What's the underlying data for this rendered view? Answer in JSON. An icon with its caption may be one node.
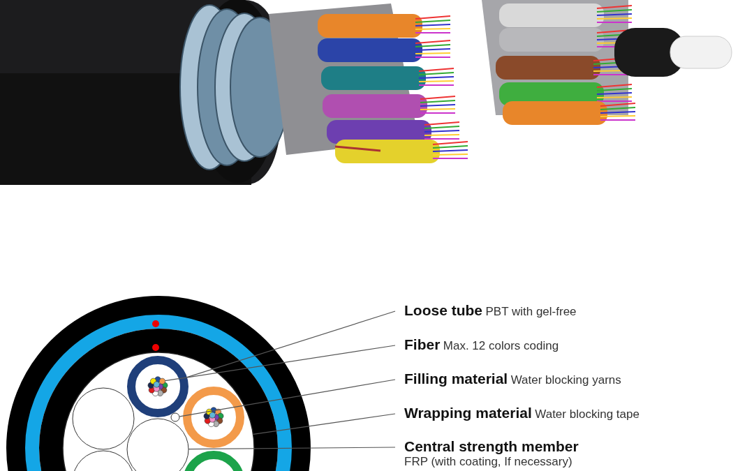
{
  "diagram": {
    "nodes": [
      {
        "text": [
          "Loose tube",
          "PBT with gel-free"
        ]
      },
      {
        "text": [
          "Fiber",
          "Max. 12 colors coding"
        ]
      },
      {
        "text": [
          "Filling material",
          "Water blocking yarns"
        ]
      },
      {
        "text": [
          "Wrapping material",
          "Water blocking tape"
        ]
      },
      {
        "text": [
          "Central strength member",
          "FRP (with coating, If necessary)"
        ]
      },
      {
        "text": [],
        "shape": "circle"
      },
      {
        "text": [],
        "shape": "circle",
        "in": 5
      },
      {
        "text": [],
        "shape": "circle",
        "in": 6
      },
      {
        "text": [],
        "shape": "circle",
        "in": 5
      },
      {
        "text": [],
        "shape": "circle",
        "in": 5
      }
    ],
    "edges": [
      {
        "from": 0,
        "to": 6,
        "arrow": "none"
      },
      {
        "from": 1,
        "to": 7,
        "arrow": "none"
      },
      {
        "from": 2,
        "to": 8,
        "arrow": "none"
      },
      {
        "from": 3,
        "to": 5,
        "arrow": "none"
      },
      {
        "from": 4,
        "to": 9,
        "arrow": "none"
      }
    ]
  }
}
